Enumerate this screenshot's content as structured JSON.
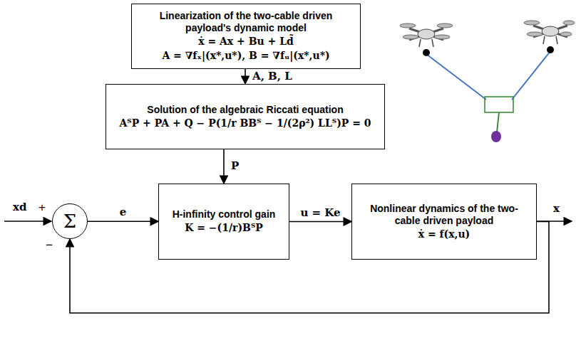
{
  "diagram": {
    "nodes": [
      {
        "text": [
          "Linearization of the two-cable driven payload's dynamic model",
          "ẋ = Ax + Bu + Ld̃",
          "A = ∇fₓ|(x*,u*), B = ∇fᵤ|(x*,u*)"
        ]
      },
      {
        "text": [
          "Solution of the algebraic Riccati equation",
          "AᵀP + PA + Q − P(1/r BBᵀ − 1/(2ρ²) LLᵀ)P = 0"
        ]
      },
      {
        "text": [
          "Σ"
        ]
      },
      {
        "text": [
          "H-infinity control gain",
          "K = −(1/r)BᵀP"
        ]
      },
      {
        "text": [
          "Nonlinear dynamics of the two-cable driven payload",
          "ẋ = f(x,u)"
        ]
      }
    ],
    "edges": [
      {
        "from": 0,
        "to": 1,
        "label": "A, B, L",
        "arrow": "to"
      },
      {
        "from": 1,
        "to": 3,
        "label": "P",
        "arrow": "to"
      },
      {
        "from": 2,
        "to": 3,
        "label": "e",
        "arrow": "to"
      },
      {
        "from": 3,
        "to": 4,
        "label": "u = Ke",
        "arrow": "to"
      },
      {
        "from": 4,
        "to": 2,
        "arrow": "to"
      }
    ],
    "labels": [
      "xd",
      "+",
      "−",
      "x"
    ]
  }
}
